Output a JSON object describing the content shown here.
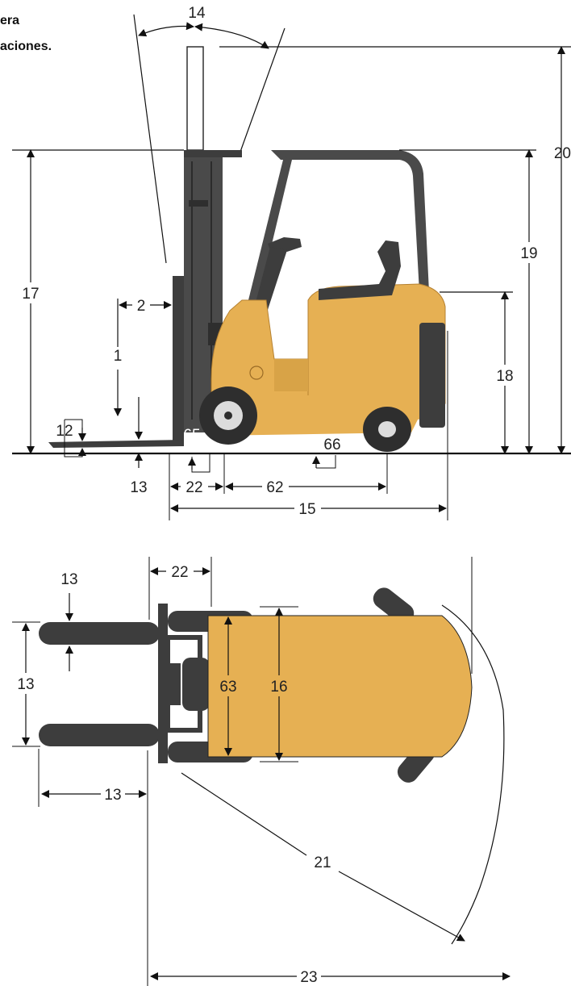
{
  "header": {
    "line1": "era",
    "line2": "aciones."
  },
  "colors": {
    "body": "#e6b053",
    "body_shade": "#c4913a",
    "mast": "#4a4a4a",
    "dark": "#3d3d3d",
    "tire": "#2e2e2e",
    "line": "#111111"
  },
  "side_view": {
    "labels": {
      "d14": "14",
      "d20": "20",
      "d17": "17",
      "d19": "19",
      "d2": "2",
      "d1": "1",
      "d18": "18",
      "d12": "12",
      "d65": "65",
      "d66": "66",
      "d13": "13",
      "d22": "22",
      "d62": "62",
      "d15": "15"
    }
  },
  "top_view": {
    "labels": {
      "d22": "22",
      "d13_top": "13",
      "d13_left": "13",
      "d63": "63",
      "d16": "16",
      "d13_bottom": "13",
      "d21": "21",
      "d23": "23"
    }
  }
}
